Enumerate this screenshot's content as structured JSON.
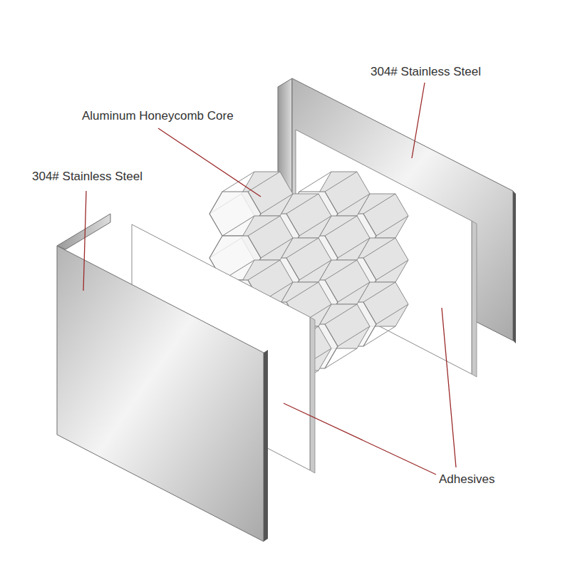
{
  "diagram": {
    "labels": [
      "304# Stainless Steel",
      "Aluminum Honeycomb Core",
      "304# Stainless Steel",
      "Adhesives"
    ]
  }
}
